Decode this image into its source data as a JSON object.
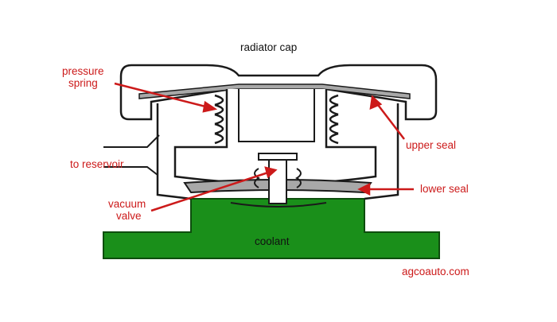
{
  "diagram": {
    "title": "radiator cap",
    "labels": {
      "pressure_spring_line1": "pressure",
      "pressure_spring_line2": "spring",
      "to_reservoir": "to reservoir",
      "vacuum_valve_line1": "vacuum",
      "vacuum_valve_line2": "valve",
      "upper_seal": "upper seal",
      "lower_seal": "lower seal",
      "coolant": "coolant"
    },
    "credit": "agcoauto.com",
    "colors": {
      "coolant": "#1a8f1a",
      "annotation": "#cc1a1a",
      "seal": "#a8a8a8",
      "outline": "#1a1a1a"
    }
  }
}
